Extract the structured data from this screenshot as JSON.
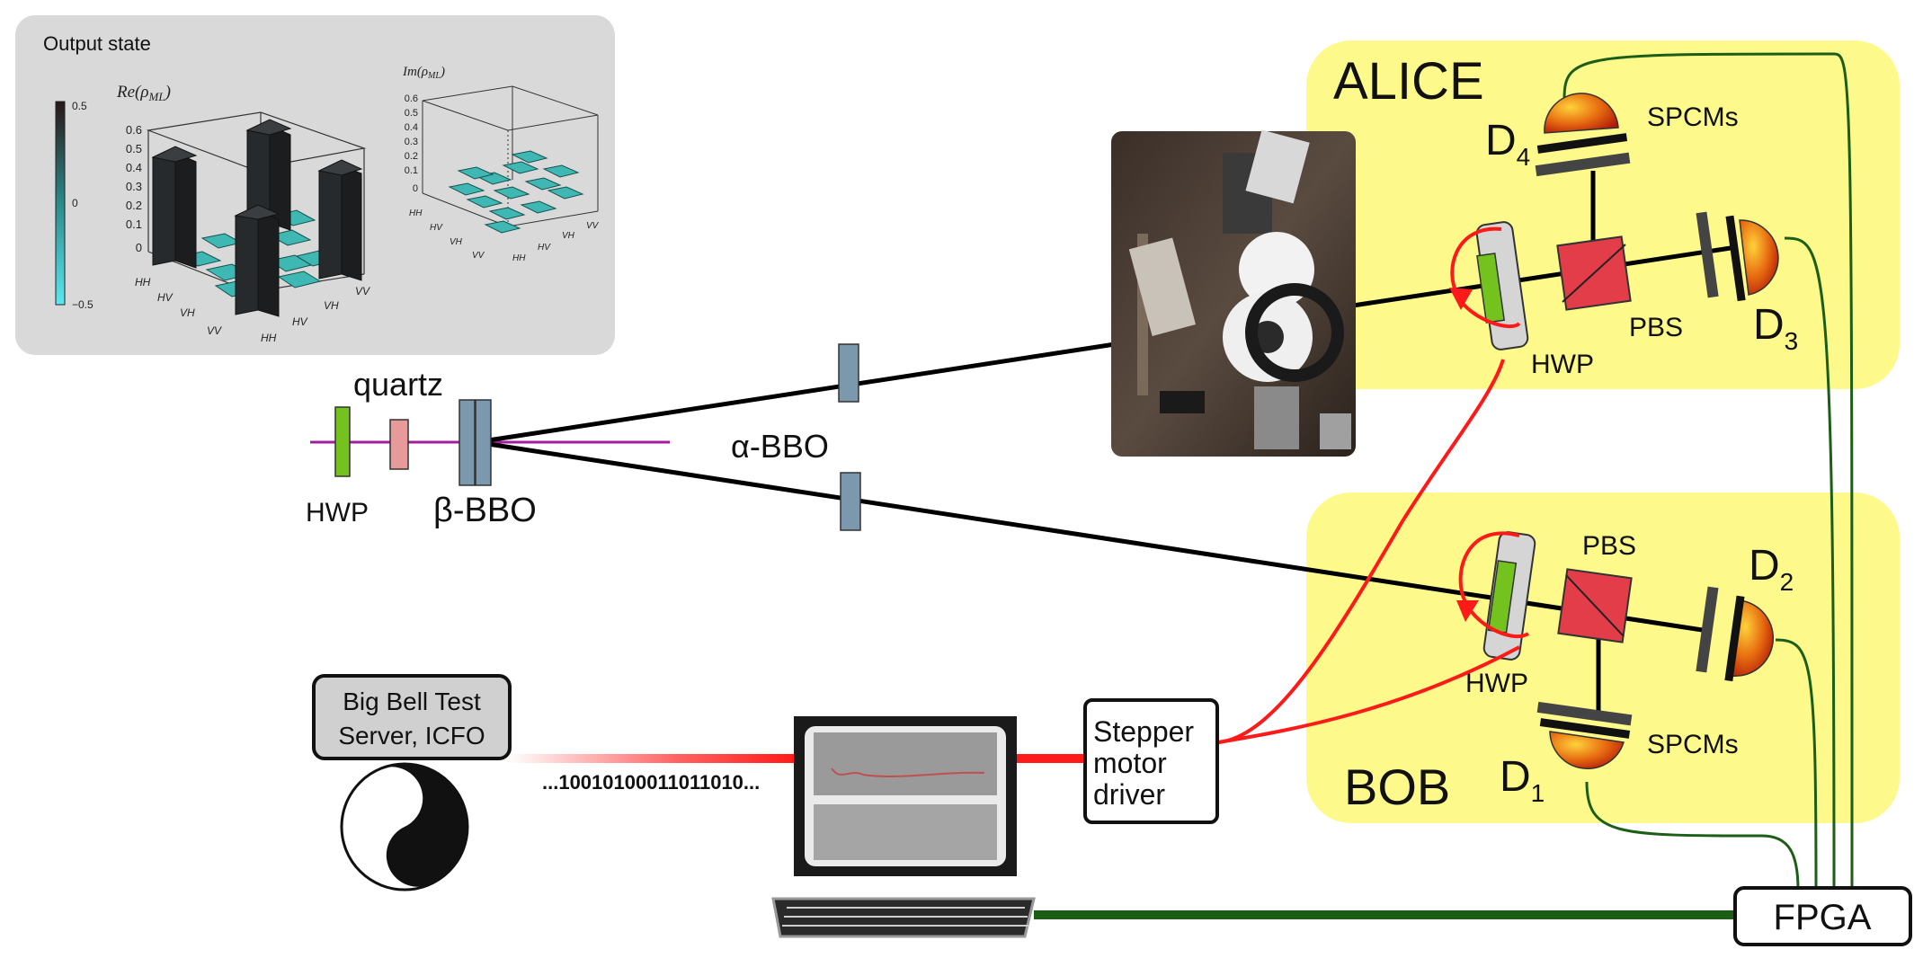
{
  "labels": {
    "output_state": "Output state",
    "re_rho": "Re(ρ",
    "re_rho_sub": "ML",
    "im_rho": "Im(ρ",
    "im_rho_sub": "ML",
    "close_paren": ")",
    "alice": "ALICE",
    "bob": "BOB",
    "spcms_top": "SPCMs",
    "spcms_bottom": "SPCMs",
    "hwp_alice": "HWP",
    "hwp_bob": "HWP",
    "hwp_source": "HWP",
    "pbs_alice": "PBS",
    "pbs_bob": "PBS",
    "quartz": "quartz",
    "beta_bbo": "β-BBO",
    "alpha_bbo": "α-BBO",
    "d_letter": "D",
    "d1_sub": "1",
    "d2_sub": "2",
    "d3_sub": "3",
    "d4_sub": "4",
    "server_line1": "Big Bell Test",
    "server_line2": "Server, ICFO",
    "bits": "...10010100011011010...",
    "stepper_line1": "Stepper",
    "stepper_line2": "motor",
    "stepper_line3": "driver",
    "fpga": "FPGA"
  },
  "colorbar": {
    "max_label": "0.5",
    "mid_label": "0",
    "min_label": "−0.5"
  },
  "re_axis": {
    "ticks": [
      "0.6",
      "0.5",
      "0.4",
      "0.3",
      "0.2",
      "0.1",
      "0"
    ]
  },
  "im_axis": {
    "ticks": [
      "0.6",
      "0.5",
      "0.4",
      "0.3",
      "0.2",
      "0.1",
      "0"
    ]
  },
  "basis": [
    "HH",
    "HV",
    "VH",
    "VV"
  ],
  "colors": {
    "panel_bg": "#d9d9d9",
    "region_yellow": "#fdfa8b",
    "cube_red": "#e23d48",
    "laser_red": "#ff1a1a",
    "pump_magenta": "#a61c9c",
    "fiber_green": "#1d5e17",
    "hwp_green": "#73c21e",
    "bbo_blue": "#7b98ad",
    "quartz_pink": "#e69a9a",
    "bar_dark": "#272a2c",
    "bar_teal": "#3fb8b4"
  }
}
